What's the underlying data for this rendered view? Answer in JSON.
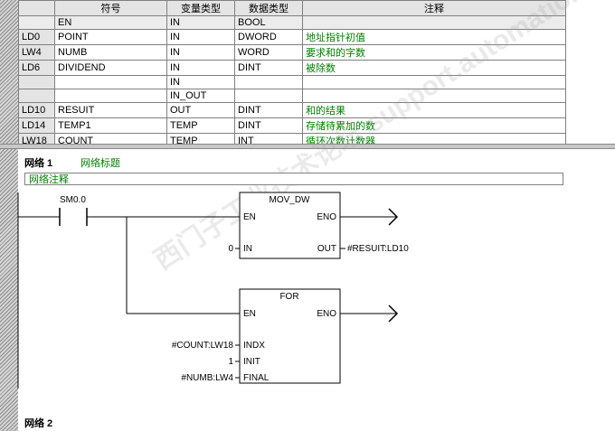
{
  "table": {
    "headers": [
      "",
      "符号",
      "变量类型",
      "数据类型",
      "注释"
    ],
    "rows": [
      {
        "addr": "",
        "symbol": "EN",
        "var_type": "IN",
        "data_type": "BOOL",
        "comment": ""
      },
      {
        "addr": "LD0",
        "symbol": "POINT",
        "var_type": "IN",
        "data_type": "DWORD",
        "comment": "地址指针初值"
      },
      {
        "addr": "LW4",
        "symbol": "NUMB",
        "var_type": "IN",
        "data_type": "WORD",
        "comment": "要求和的字数"
      },
      {
        "addr": "LD6",
        "symbol": "DIVIDEND",
        "var_type": "IN",
        "data_type": "DINT",
        "comment": "被除数"
      },
      {
        "addr": "",
        "symbol": "",
        "var_type": "IN",
        "data_type": "",
        "comment": ""
      },
      {
        "addr": "",
        "symbol": "",
        "var_type": "IN_OUT",
        "data_type": "",
        "comment": ""
      },
      {
        "addr": "LD10",
        "symbol": "RESUIT",
        "var_type": "OUT",
        "data_type": "DINT",
        "comment": "和的结果"
      },
      {
        "addr": "LD14",
        "symbol": "TEMP1",
        "var_type": "TEMP",
        "data_type": "DINT",
        "comment": "存储待累加的数"
      },
      {
        "addr": "LW18",
        "symbol": "COUNT",
        "var_type": "TEMP",
        "data_type": "INT",
        "comment": "循环次数计数器"
      }
    ]
  },
  "network1": {
    "title": "网络 1",
    "name": "网络标题",
    "comment": "网络注释",
    "contact": "SM0.0",
    "mov": {
      "title": "MOV_DW",
      "en": "EN",
      "eno": "ENO",
      "in_label": "IN",
      "out_label": "OUT",
      "in_value": "0",
      "out_value": "#RESUIT:LD10"
    },
    "for": {
      "title": "FOR",
      "en": "EN",
      "eno": "ENO",
      "indx": "INDX",
      "init": "INIT",
      "final": "FINAL",
      "indx_value": "#COUNT:LW18",
      "init_value": "1",
      "final_value": "#NUMB:LW4"
    }
  },
  "network2": {
    "title": "网络 2"
  },
  "watermark": "西门子工业技术论坛 support.automation.siemens.com"
}
